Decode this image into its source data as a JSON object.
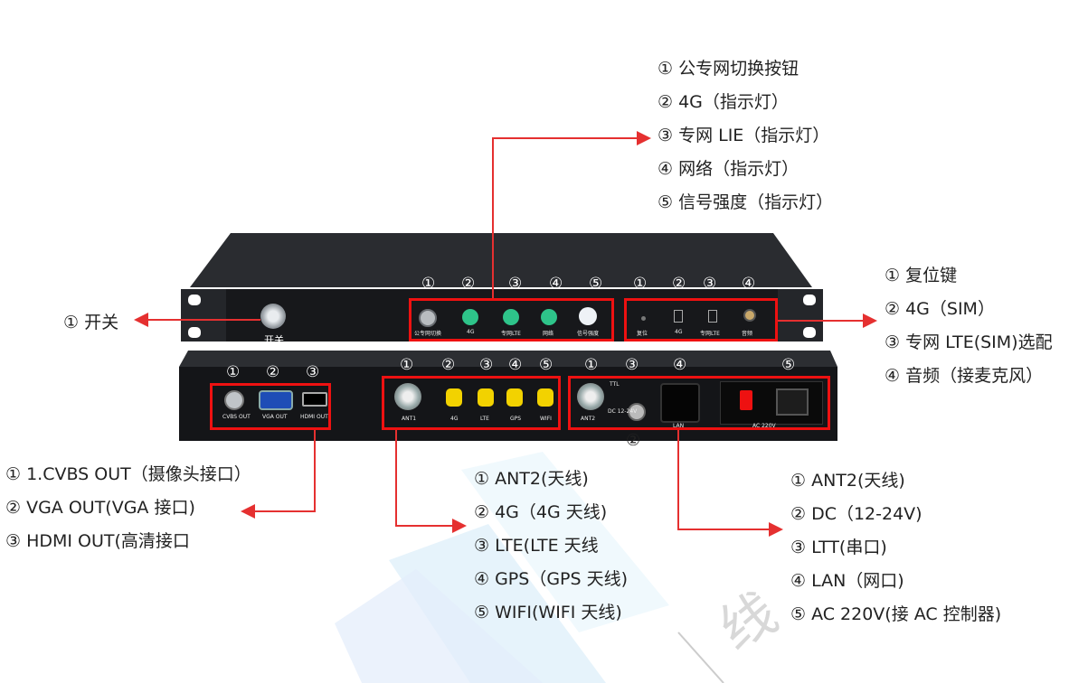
{
  "colors": {
    "annotation": "#e53030",
    "chassis": "#1b1d20",
    "green_led": "#2ec48a",
    "yellow_led": "#f2d200",
    "white_led": "#eef2f6"
  },
  "top_panel": {
    "switch_label": "开关",
    "list": [
      "① 公专网切换按钮",
      "② 4G（指示灯）",
      "③ 专网 LIE（指示灯）",
      "④ 网络（指示灯）",
      "⑤ 信号强度（指示灯）"
    ],
    "left_callout": "① 开关",
    "group1_nums": [
      "①",
      "②",
      "③",
      "④",
      "⑤"
    ],
    "group1_labels": [
      "公专网切换",
      "4G",
      "专网LTE",
      "网络",
      "信号强度"
    ],
    "group2_nums": [
      "①",
      "②",
      "③",
      "④"
    ],
    "group2_labels": [
      "复位",
      "4G",
      "专网LTE",
      "音频"
    ],
    "right_list": [
      "① 复位键",
      "② 4G（SIM）",
      "③ 专网 LTE(SIM)选配",
      "④ 音频（接麦克风）"
    ]
  },
  "bottom_panel": {
    "group1_nums": [
      "①",
      "②",
      "③"
    ],
    "group1_labels": [
      "CVBS OUT",
      "VGA OUT",
      "HDMI OUT"
    ],
    "group2_nums": [
      "①",
      "②",
      "③",
      "④",
      "⑤"
    ],
    "group2_labels": [
      "ANT1",
      "4G",
      "LTE",
      "GPS",
      "WIFI"
    ],
    "group3_nums": [
      "①",
      "③",
      "④",
      "⑤"
    ],
    "group3_num_below": "②",
    "group3_labels": {
      "ant": "ANT2",
      "dc": "DC 12-24V",
      "ttl": "TTL",
      "lan": "LAN",
      "ac": "AC 220V"
    },
    "list_left": [
      "① 1.CVBS OUT（摄像头接口）",
      "② VGA OUT(VGA 接口)",
      "③ HDMI OUT(高清接口"
    ],
    "list_mid": [
      "① ANT2(天线)",
      "② 4G（4G 天线)",
      "③ LTE(LTE 天线",
      "④ GPS（GPS 天线)",
      "⑤ WIFI(WIFI 天线)"
    ],
    "list_right": [
      "① ANT2(天线)",
      "② DC（12-24V)",
      "③ LTT(串口)",
      "④ LAN（网口)",
      "⑤ AC 220V(接 AC 控制器)"
    ]
  },
  "watermark": "线"
}
